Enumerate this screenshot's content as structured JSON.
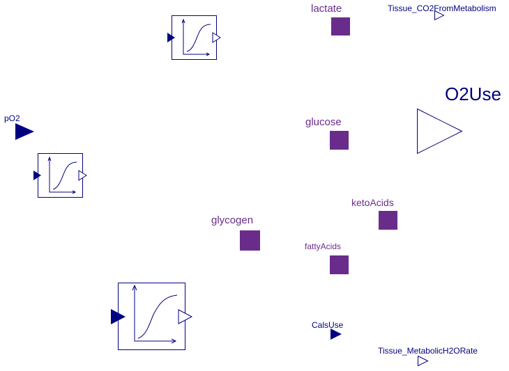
{
  "diagram": {
    "labels": {
      "lactate": "lactate",
      "tissue_co2": "Tissue_CO2FromMetabolism",
      "o2use": "O2Use",
      "po2": "pO2",
      "glucose": "glucose",
      "keto_acids": "ketoAcids",
      "glycogen": "glycogen",
      "fatty_acids": "fattyAcids",
      "cals_use": "CalsUse",
      "tissue_h2o": "Tissue_MetabolicH2ORate"
    },
    "colors": {
      "connector_navy": "#000080",
      "substance_port": "#6a2c8a"
    }
  }
}
